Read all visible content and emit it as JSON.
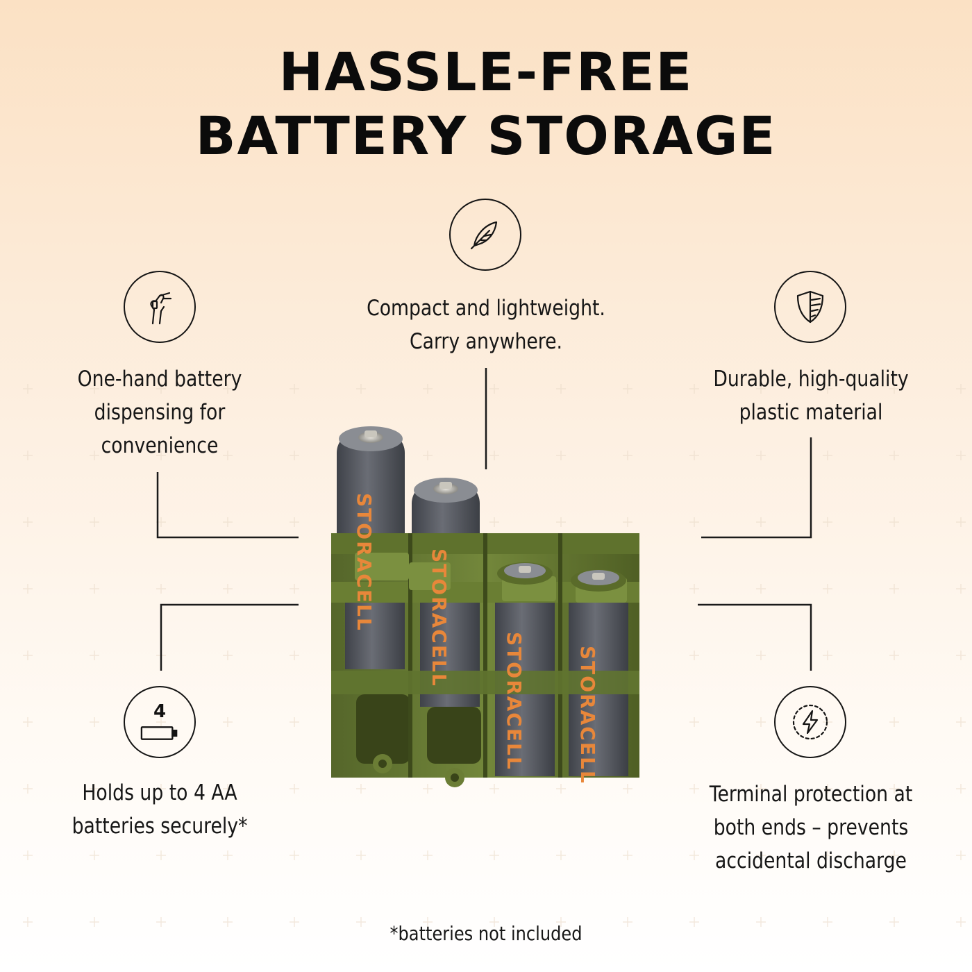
{
  "title": {
    "line1": "HASSLE-FREE",
    "line2": "BATTERY STORAGE"
  },
  "features": {
    "compact": {
      "icon": "feather-icon",
      "line1": "Compact and lightweight.",
      "line2": "Carry anywhere."
    },
    "one_hand": {
      "icon": "hand-pinch-icon",
      "line1": "One-hand battery",
      "line2": "dispensing for",
      "line3": "convenience"
    },
    "durable": {
      "icon": "shield-icon",
      "line1": "Durable, high-quality",
      "line2": "plastic material"
    },
    "holds": {
      "icon": "battery-count-icon",
      "badge": "4",
      "line1": "Holds up to 4 AA",
      "line2": "batteries securely*"
    },
    "terminal": {
      "icon": "lightning-icon",
      "line1": "Terminal protection at",
      "line2": "both ends – prevents",
      "line3": "accidental discharge"
    }
  },
  "product": {
    "brand_label": "STORACELL",
    "colors": {
      "case": "#6b7d35",
      "case_dark": "#4f5e23",
      "battery": "#5d6068",
      "label": "#e8873a"
    }
  },
  "footnote": "*batteries not included"
}
